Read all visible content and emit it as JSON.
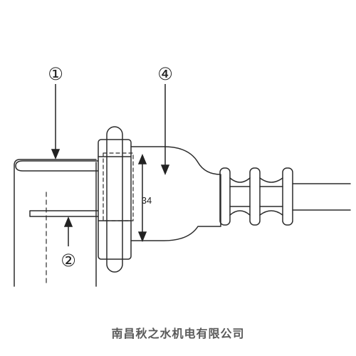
{
  "callouts": {
    "c1": "①",
    "c2": "②",
    "c4": "④"
  },
  "dimension": {
    "value": "34"
  },
  "caption": {
    "company": "南昌秋之水机电有限公司"
  },
  "colors": {
    "line": "#222222",
    "outline": "#2b2b2b",
    "caption": "#5a5a5a"
  }
}
